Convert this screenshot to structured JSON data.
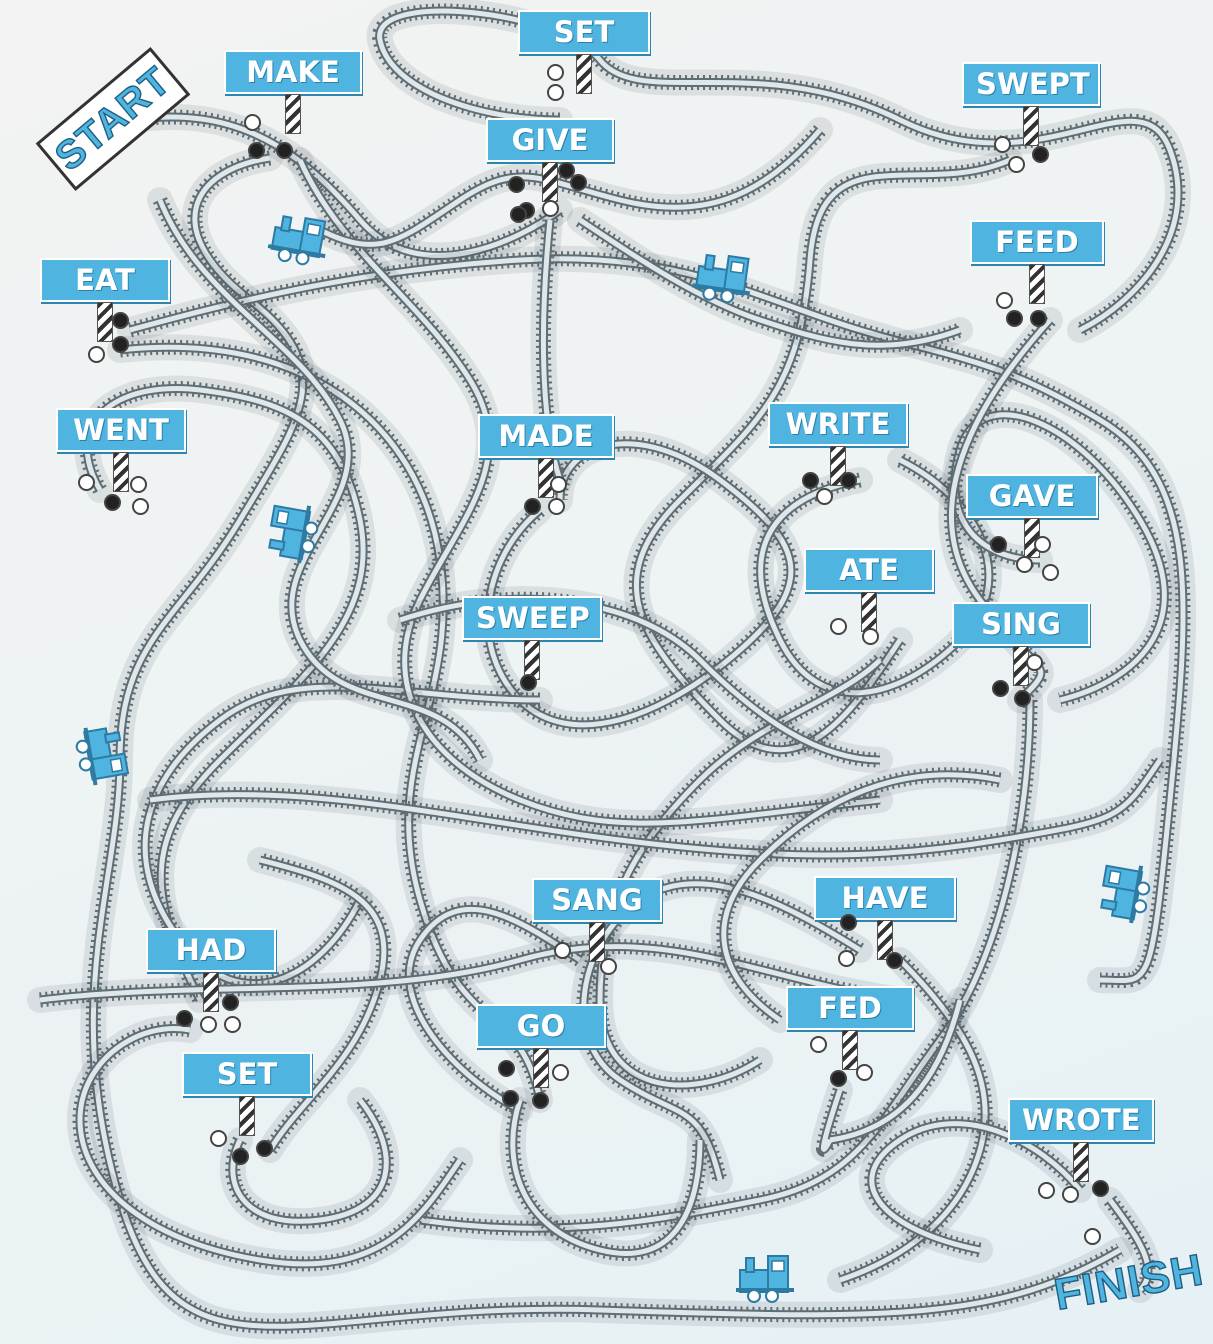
{
  "labels": {
    "start": "START",
    "finish": "FINISH"
  },
  "colors": {
    "sign_fill": "#4fb4e0",
    "sign_text": "#ffffff",
    "rail": "#5f6e74",
    "train": "#4fb4e0"
  },
  "stations": [
    {
      "label": "SET",
      "lights": [
        "off",
        "off"
      ]
    },
    {
      "label": "MAKE",
      "lights": [
        "off",
        "on",
        "on"
      ]
    },
    {
      "label": "GIVE",
      "lights": [
        "on",
        "on",
        "off",
        "on",
        "on",
        "on"
      ]
    },
    {
      "label": "SWEPT",
      "lights": [
        "off",
        "off",
        "on"
      ]
    },
    {
      "label": "EAT",
      "lights": [
        "on",
        "on",
        "off"
      ]
    },
    {
      "label": "FEED",
      "lights": [
        "off",
        "on",
        "on"
      ]
    },
    {
      "label": "WENT",
      "lights": [
        "off",
        "on",
        "off",
        "off"
      ]
    },
    {
      "label": "MADE",
      "lights": [
        "off",
        "on",
        "off"
      ]
    },
    {
      "label": "WRITE",
      "lights": [
        "on",
        "off",
        "on"
      ]
    },
    {
      "label": "GAVE",
      "lights": [
        "on",
        "off",
        "off",
        "off"
      ]
    },
    {
      "label": "ATE",
      "lights": [
        "off",
        "off"
      ]
    },
    {
      "label": "SWEEP",
      "lights": [
        "on"
      ]
    },
    {
      "label": "SING",
      "lights": [
        "off",
        "on",
        "on"
      ]
    },
    {
      "label": "SANG",
      "lights": [
        "off",
        "off"
      ]
    },
    {
      "label": "HAVE",
      "lights": [
        "on",
        "off",
        "on"
      ]
    },
    {
      "label": "HAD",
      "lights": [
        "on",
        "off",
        "off",
        "on"
      ]
    },
    {
      "label": "FED",
      "lights": [
        "off",
        "on",
        "off"
      ]
    },
    {
      "label": "GO",
      "lights": [
        "on",
        "off",
        "on",
        "on"
      ]
    },
    {
      "label": "SET",
      "lights": [
        "off",
        "on",
        "on"
      ]
    },
    {
      "label": "WROTE",
      "lights": [
        "off",
        "off",
        "on",
        "off"
      ]
    }
  ],
  "trains": [
    {
      "icon": "train-icon"
    },
    {
      "icon": "train-icon"
    },
    {
      "icon": "train-icon"
    },
    {
      "icon": "train-icon"
    },
    {
      "icon": "train-icon"
    },
    {
      "icon": "train-icon"
    }
  ]
}
